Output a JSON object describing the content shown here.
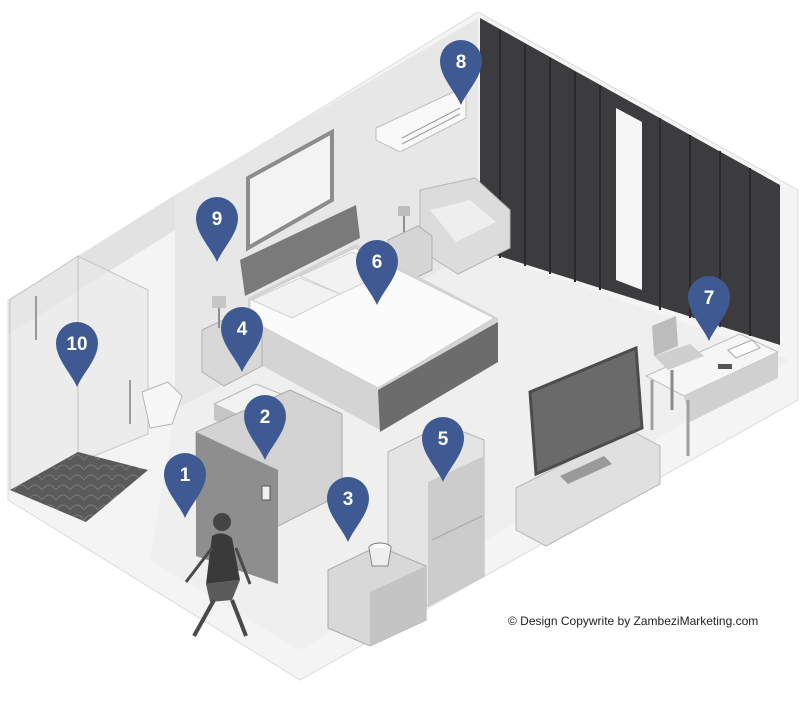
{
  "colors": {
    "pin": "#3f5a93",
    "pin_text": "#ffffff",
    "floor": "#f1f1f1",
    "wall": "#e6e6e6",
    "curtain": "#3c3c3e"
  },
  "pins": [
    {
      "label": "1",
      "object": "entrance"
    },
    {
      "label": "2",
      "object": "door-key-card"
    },
    {
      "label": "3",
      "object": "side-table-bin"
    },
    {
      "label": "4",
      "object": "bathroom-sink"
    },
    {
      "label": "5",
      "object": "wardrobe"
    },
    {
      "label": "6",
      "object": "bed"
    },
    {
      "label": "7",
      "object": "desk"
    },
    {
      "label": "8",
      "object": "air-conditioner"
    },
    {
      "label": "9",
      "object": "bedside-lamp"
    },
    {
      "label": "10",
      "object": "shower"
    }
  ],
  "copyright": "© Design Copywrite by ZambeziMarketing.com"
}
